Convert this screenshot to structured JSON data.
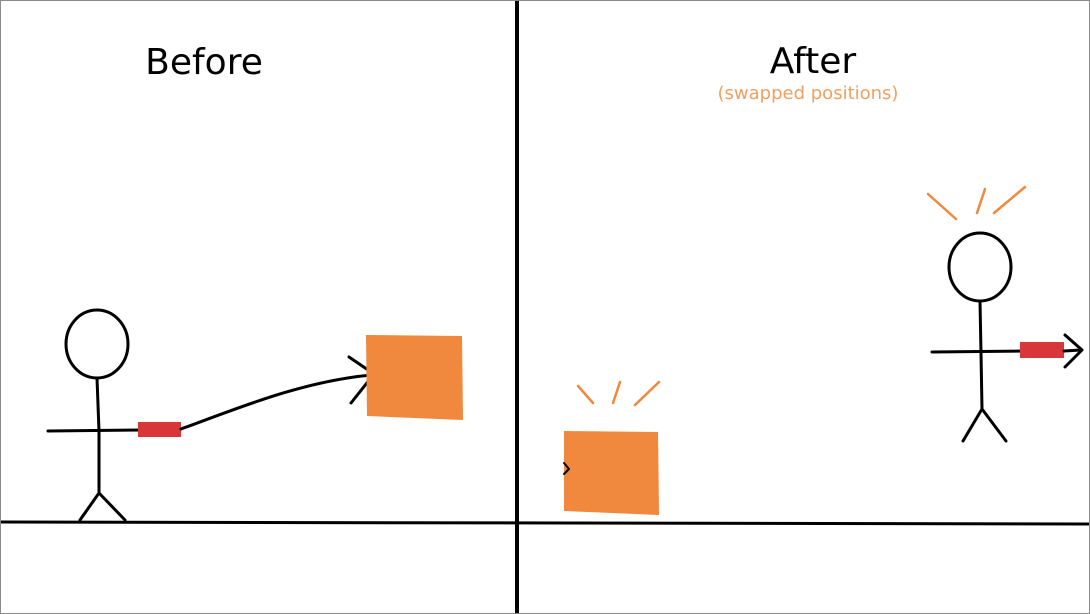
{
  "panels": {
    "before": {
      "title": "Before"
    },
    "after": {
      "title": "After",
      "subtitle": "(swapped positions)"
    }
  },
  "colors": {
    "ink": "#000000",
    "box": "#f0883e",
    "gun": "#d9363a",
    "accent_text": "#f0a060"
  }
}
